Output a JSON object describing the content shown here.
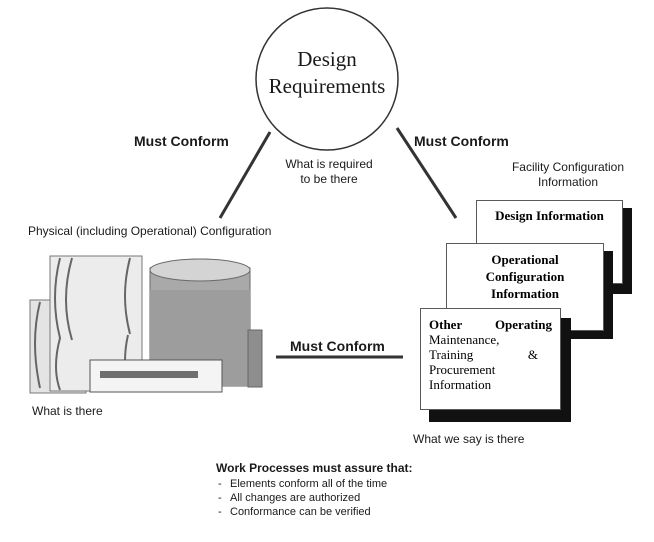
{
  "center": {
    "title_line1": "Design",
    "title_line2": "Requirements",
    "subtitle_line1": "What is required",
    "subtitle_line2": "to be there"
  },
  "links": {
    "left_top": "Must Conform",
    "right_top": "Must Conform",
    "bottom": "Must Conform"
  },
  "physical": {
    "heading": "Physical (including Operational) Configuration",
    "caption": "What is there"
  },
  "facility": {
    "heading_line1": "Facility Configuration",
    "heading_line2": "Information",
    "caption": "What we say is there",
    "card_design": "Design Information",
    "card_operational_line1": "Operational",
    "card_operational_line2": "Configuration",
    "card_operational_line3": "Information",
    "card_other_line1_a": "Other",
    "card_other_line1_b": "Operating",
    "card_other_line2": "Maintenance,",
    "card_other_line3_a": "Training",
    "card_other_line3_b": "&",
    "card_other_line4": "Procurement",
    "card_other_line5": "Information"
  },
  "work_processes": {
    "heading": "Work Processes must assure that:",
    "items": [
      "Elements conform all of the time",
      "All changes are authorized",
      "Conformance can be verified"
    ]
  }
}
